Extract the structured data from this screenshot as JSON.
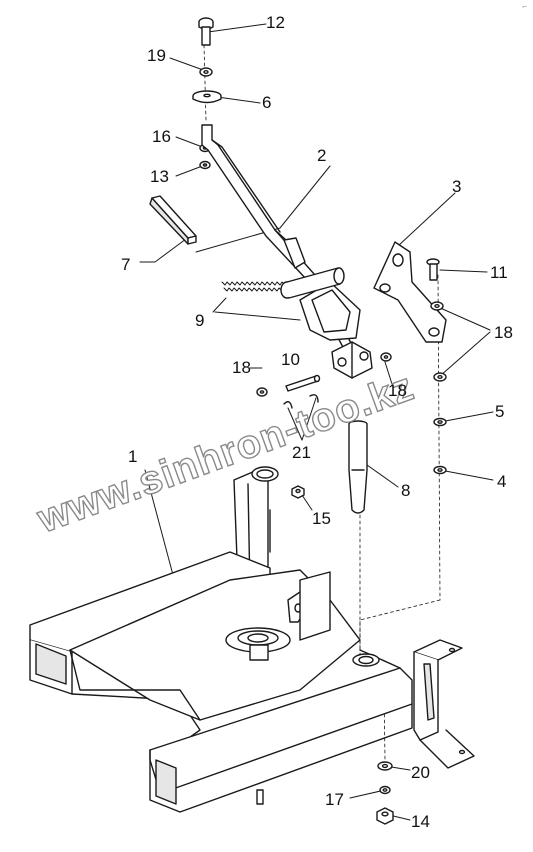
{
  "diagram": {
    "corner_mark": "⌐",
    "watermark": "www.sinhron-too.kz",
    "colors": {
      "line": "#1a1a1a",
      "fill": "#ffffff",
      "shade": "#e6e6e6",
      "watermark": "#8a8a8a"
    },
    "callouts": [
      {
        "id": "1",
        "label": "1"
      },
      {
        "id": "2",
        "label": "2"
      },
      {
        "id": "3",
        "label": "3"
      },
      {
        "id": "4",
        "label": "4"
      },
      {
        "id": "5",
        "label": "5"
      },
      {
        "id": "6",
        "label": "6"
      },
      {
        "id": "7",
        "label": "7"
      },
      {
        "id": "8",
        "label": "8"
      },
      {
        "id": "9",
        "label": "9"
      },
      {
        "id": "10",
        "label": "10"
      },
      {
        "id": "11",
        "label": "11"
      },
      {
        "id": "12",
        "label": "12"
      },
      {
        "id": "13",
        "label": "13"
      },
      {
        "id": "14",
        "label": "14"
      },
      {
        "id": "15",
        "label": "15"
      },
      {
        "id": "16",
        "label": "16"
      },
      {
        "id": "17",
        "label": "17"
      },
      {
        "id": "18a",
        "label": "18"
      },
      {
        "id": "18b",
        "label": "18"
      },
      {
        "id": "18c",
        "label": "18"
      },
      {
        "id": "19",
        "label": "19"
      },
      {
        "id": "20",
        "label": "20"
      },
      {
        "id": "21",
        "label": "21"
      }
    ]
  }
}
